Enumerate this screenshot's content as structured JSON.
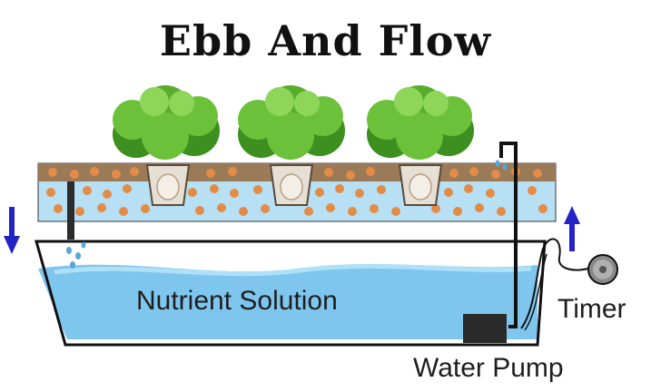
{
  "title": "Ebb And Flow",
  "labels": {
    "nutrient_solution": "Nutrient Solution",
    "timer": "Timer",
    "water_pump": "Water Pump"
  },
  "colors": {
    "water": "#7fc6ee",
    "media_bed": "#b8e0f4",
    "soil_layer": "#9b7a58",
    "pebbles": "#e38c47",
    "foliage": "#6cc13a",
    "foliage_dark": "#3d8f1f",
    "arrow": "#2323c6",
    "pump": "#2b2b2b",
    "outline": "#111111"
  },
  "icons": {
    "down_arrow": "down-arrow-icon",
    "up_arrow": "up-arrow-icon",
    "timer": "timer-icon",
    "pump": "water-pump-icon"
  }
}
